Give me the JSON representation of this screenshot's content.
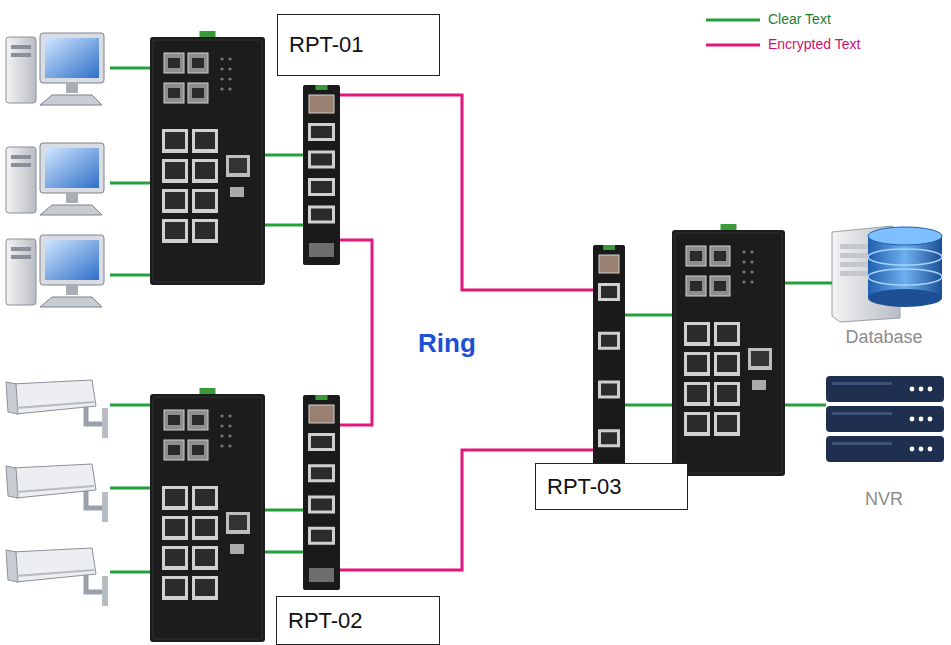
{
  "diagram": {
    "nodes": [
      {
        "text": [
          "RPT-01"
        ]
      },
      {
        "text": [
          "RPT-02"
        ]
      },
      {
        "text": [
          "RPT-03"
        ]
      },
      {
        "text": [
          "Database"
        ]
      },
      {
        "text": [
          "NVR"
        ]
      }
    ],
    "edges": [
      {
        "from": 0,
        "to": 2,
        "arrow": "none"
      },
      {
        "from": 0,
        "to": 1,
        "arrow": "none"
      },
      {
        "from": 1,
        "to": 2,
        "arrow": "none"
      }
    ],
    "labels": [
      "Ring"
    ],
    "legend": [
      {
        "text": "Clear Text"
      },
      {
        "text": "Encrypted Text"
      }
    ]
  }
}
